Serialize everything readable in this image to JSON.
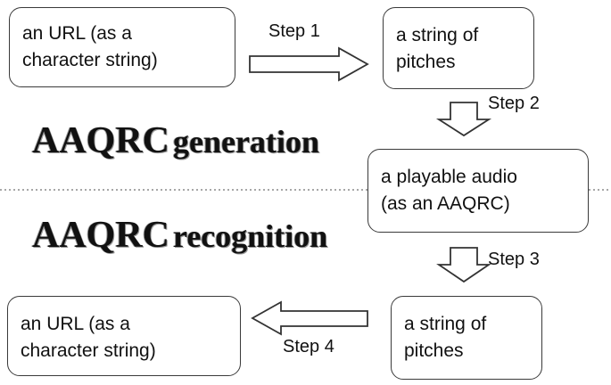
{
  "boxes": {
    "url_input": {
      "line1": "an URL (as a",
      "line2": "character string)"
    },
    "pitches_top": {
      "line1": "a string of",
      "line2": "pitches"
    },
    "audio": {
      "line1": "a playable audio",
      "line2": "(as an AAQRC)"
    },
    "pitches_bottom": {
      "line1": "a string of",
      "line2": "pitches"
    },
    "url_output": {
      "line1": "an URL (as a",
      "line2": "character string)"
    }
  },
  "steps": {
    "step1": "Step 1",
    "step2": "Step 2",
    "step3": "Step 3",
    "step4": "Step 4"
  },
  "sections": {
    "generation": {
      "caps": "AAQRC",
      "word": "generation"
    },
    "recognition": {
      "caps": "AAQRC",
      "word": "recognition"
    }
  }
}
